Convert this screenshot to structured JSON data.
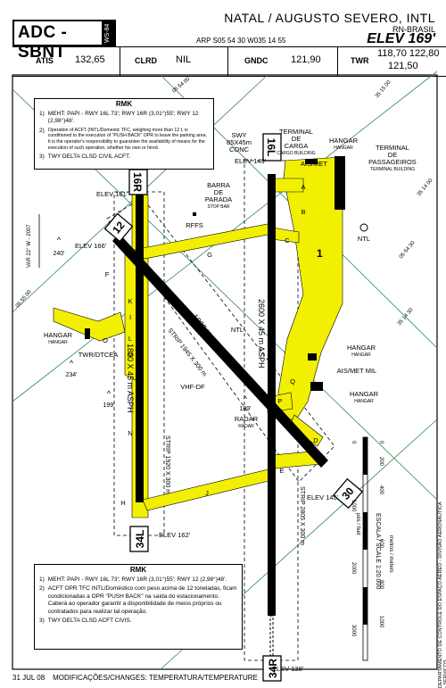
{
  "header": {
    "chart_code": "ADC - SBNT",
    "chart_tag": "WS-84",
    "airport_name": "NATAL / AUGUSTO SEVERO, INTL",
    "state_country": "RN-BRASIL",
    "elevation": "ELEV 169'",
    "arp": "ARP S05 54 30 W035 14 55"
  },
  "frequencies": [
    {
      "label": "ATIS",
      "values": [
        "132,65"
      ]
    },
    {
      "label": "CLRD",
      "values": [
        "NIL"
      ]
    },
    {
      "label": "GNDC",
      "values": [
        "121,90"
      ]
    },
    {
      "label": "TWR",
      "values": [
        "118,70 122,80",
        "121,50"
      ]
    }
  ],
  "remarks_top": {
    "title": "RMK",
    "items": [
      {
        "num": "1)",
        "text": "MEHT: PAPI - RWY 16L 73'; RWY 16R (3,01°)55'; RWY 12 (2,98°)48'."
      },
      {
        "num": "2)",
        "text": "Operation of ACFT (INTL/Domestic TFC, weighing more than 12 t, is conditioned to the execution of \"PUSH BACK\" OPR to leave the parking area. It is the operator's responsibility to guarantee the availability of means for the execution of such operation, whether his own or hired."
      },
      {
        "num": "3)",
        "text": "TWY DELTA CLSD CIVIL ACFT."
      }
    ]
  },
  "remarks_bottom": {
    "title": "RMK",
    "items": [
      {
        "num": "1)",
        "text": "MEHT: PAPI - RWY 16L 73'; RWY 16R (3,01°)55'; RWY 12 (2,98°)48'."
      },
      {
        "num": "2)",
        "text": "ACFT OPR TFC INTL/Doméstico com peso acima de 12 toneladas, ficam condicionadas a OPR \"PUSH BACK\" na saída do estacionamento. Caberá ao operador garantir a disponibilidade de meios próprios ou contratados para realizar tal operação."
      },
      {
        "num": "3)",
        "text": "TWY DELTA CLSD ACFT CIVIS."
      }
    ]
  },
  "runways": [
    {
      "id": "16L",
      "opposite": "34R",
      "dimensions": "2600 X 45 m ASPH",
      "strip": "STRIP 2805 X 300 m",
      "elev_start": "ELEV 149'",
      "elev_end": "ELEV 138'"
    },
    {
      "id": "16R",
      "opposite": "34L",
      "dimensions": "1800 X 45 m ASPH",
      "strip": "STRIP 1920 X 300 m",
      "elev_start": "ELEV 161'",
      "elev_end": "ELEV 162'"
    },
    {
      "id": "12",
      "opposite": "30",
      "dimensions": "1825 X 45 m ASPH",
      "strip": "STRIP 1945 X 300 m",
      "elev_start": "ELEV 166'",
      "elev_end": "ELEV 145'"
    }
  ],
  "labels": {
    "swy": "SWY",
    "swy_dims": "85X45m",
    "swy_conc": "CONC",
    "cargo_terminal": [
      "TERMINAL",
      "DE",
      "CARGA"
    ],
    "cargo_building": "CARGO BUILDING",
    "ais_met": "AIS/MET",
    "pax_terminal": [
      "TERMINAL",
      "DE",
      "PASSAGEIROS"
    ],
    "terminal_building": "TERMINAL BUILDING",
    "hangar": "HANGAR",
    "hangar_sub": "HANGAR",
    "barra": [
      "BARRA",
      "DE",
      "PARADA"
    ],
    "stop_bar": "STOP BAR",
    "rffs": "RFFS",
    "ntl": "NTL",
    "twr_dtcea": "TWR/DTCEA",
    "vhf_df": "VHF-DF",
    "radar": "RADAR",
    "ais_met_mil": "AIS/MET MIL",
    "apron_number": "1",
    "var": "VAR 22° W - 2007",
    "obstacles": [
      "240'",
      "234'",
      "199'",
      "189'"
    ]
  },
  "taxiways": [
    "A",
    "B",
    "C",
    "D",
    "E",
    "F",
    "G",
    "H",
    "I",
    "J",
    "K",
    "L",
    "M",
    "N",
    "O",
    "P",
    "Q"
  ],
  "scale": {
    "title": "ESCALA / SCALE 1:20.000",
    "meters_label": "metros / meters",
    "feet_label": "pés / feet",
    "meters_ticks": [
      "0",
      "200",
      "400",
      "600",
      "800",
      "1000"
    ],
    "feet_ticks": [
      "0",
      "1000",
      "2000",
      "3000"
    ]
  },
  "grid_labels": [
    "05 54 00",
    "05 55 00",
    "05 54 30",
    "35 15 00",
    "35 14 30",
    "35 14 00"
  ],
  "footer": {
    "date": "31 JUL 08",
    "changes": "MODIFICAÇÕES/CHANGES: TEMPERATURA/TEMPERATURE",
    "dept": "DEPARTAMENTO DE CONTROLE DO ESPAÇO AÉREO - DIVISÃO AERONÁUTICA - SERVIÇOS"
  },
  "colors": {
    "apron": "#f2f000",
    "runway": "#000000",
    "grid": "#2e8b57"
  }
}
